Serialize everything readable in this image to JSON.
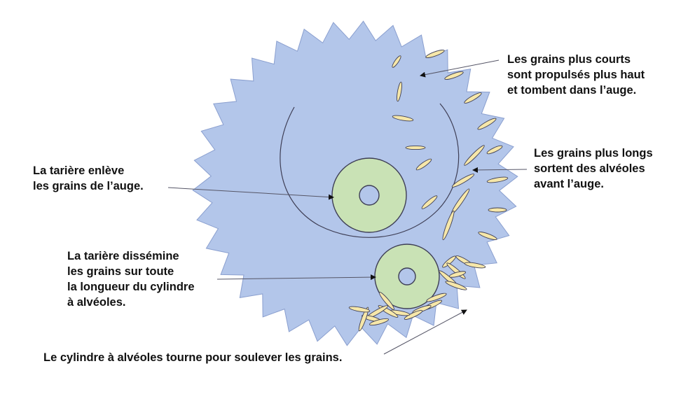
{
  "colors": {
    "cylinder_fill": "#b3c6ea",
    "cylinder_stroke": "#8a9fcf",
    "auger_fill": "#c9e2b5",
    "auger_stroke": "#3e3e55",
    "grain_fill": "#f6e7a9",
    "grain_stroke": "#3e3e55",
    "line_color": "#555566",
    "text_color": "#111111"
  },
  "labels": {
    "short_grains": [
      "Les grains plus courts",
      "sont propulsés plus haut",
      "et tombent dans l’auge."
    ],
    "long_grains": [
      "Les grains plus longs",
      "sortent des alvéoles",
      "avant l’auge."
    ],
    "auger_removes": [
      "La tarière enlève",
      "les grains de l’auge."
    ],
    "auger_spreads": [
      "La tarière dissémine",
      "les grains sur toute",
      "la longueur du cylindre",
      "à alvéoles."
    ],
    "cylinder_rotates": [
      "Le cylindre à alvéoles tourne pour soulever les grains."
    ]
  }
}
